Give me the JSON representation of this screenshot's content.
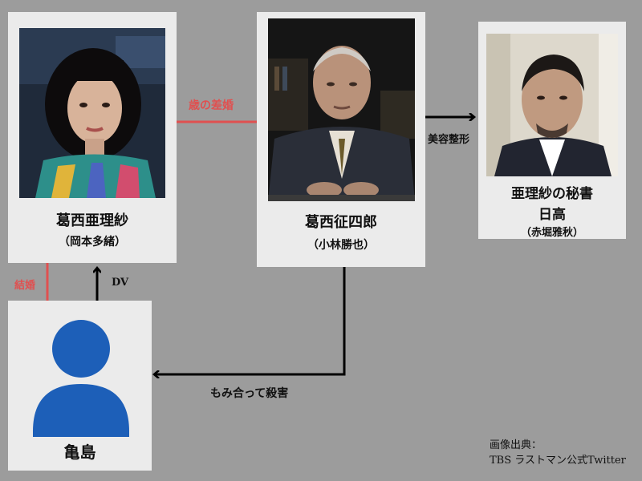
{
  "people": {
    "arisa": {
      "name": "葛西亜理紗",
      "actor": "（岡本多緒）"
    },
    "seishiro": {
      "name": "葛西征四郎",
      "actor": "（小林勝也）"
    },
    "hidaka": {
      "role": "亜理紗の秘書",
      "name": "日高",
      "actor": "（赤堀雅秋）"
    },
    "kameshima": {
      "name": "亀島"
    }
  },
  "relations": {
    "age_gap_marriage": "歳の差婚",
    "cosmetic_surgery": "美容整形",
    "marriage": "結婚",
    "dv": "DV",
    "killed_in_scuffle": "もみ合って殺害"
  },
  "credit": {
    "line1": "画像出典：",
    "line2": "TBS ラストマン公式Twitter"
  },
  "colors": {
    "background": "#9c9c9c",
    "card": "#ebebeb",
    "relation_red": "#e05050",
    "arrow_black": "#000000",
    "silhouette_blue": "#1d5fb8"
  }
}
